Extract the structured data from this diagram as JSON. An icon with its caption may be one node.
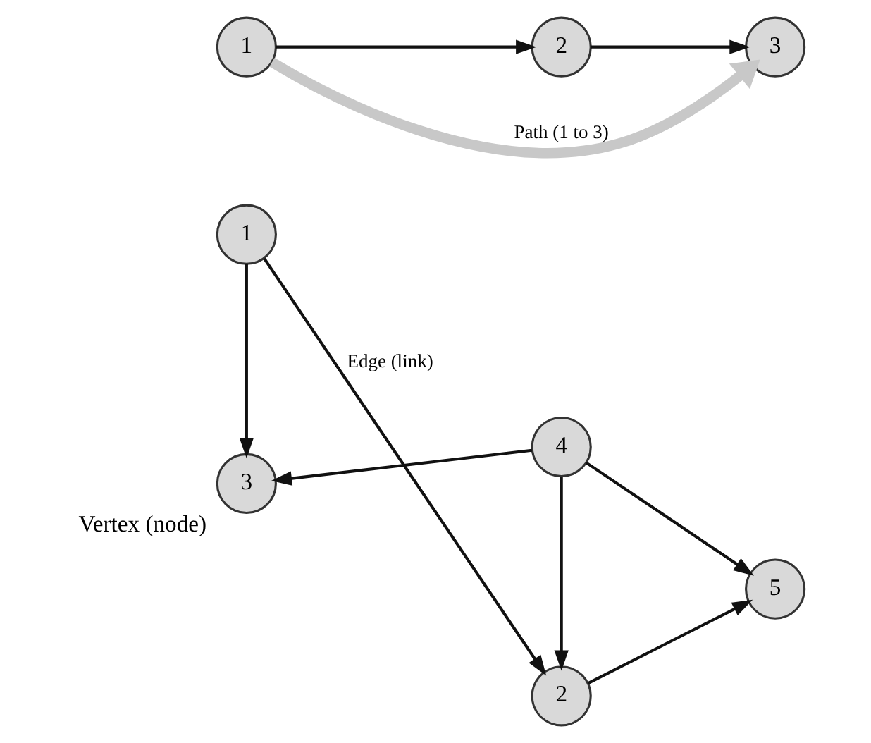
{
  "diagram": {
    "nodes": [
      {
        "text": [
          "1"
        ]
      },
      {
        "text": [
          "2"
        ]
      },
      {
        "text": [
          "3"
        ],
        "beside": [
          "Vertex (node)"
        ]
      },
      {
        "text": [
          "4"
        ]
      },
      {
        "text": [
          "5"
        ]
      },
      {
        "text": [
          "1"
        ]
      },
      {
        "text": [
          "2"
        ]
      },
      {
        "text": [
          "3"
        ]
      }
    ],
    "edges": [
      {
        "from": 0,
        "to": 1,
        "arrow": "to",
        "label": "Edge (link)"
      },
      {
        "from": 0,
        "to": 2,
        "arrow": "to"
      },
      {
        "from": 1,
        "to": 4,
        "arrow": "to"
      },
      {
        "from": 3,
        "to": 1,
        "arrow": "to"
      },
      {
        "from": 3,
        "to": 4,
        "arrow": "to"
      },
      {
        "from": 3,
        "to": 2,
        "arrow": "to"
      },
      {
        "from": 5,
        "to": 6,
        "arrow": "to"
      },
      {
        "from": 6,
        "to": 7,
        "arrow": "to"
      },
      {
        "from": 5,
        "to": 7,
        "arrow": "to",
        "label": "Path (1 to 3)",
        "style": "thick",
        "color": "#c8c8c8"
      }
    ]
  }
}
